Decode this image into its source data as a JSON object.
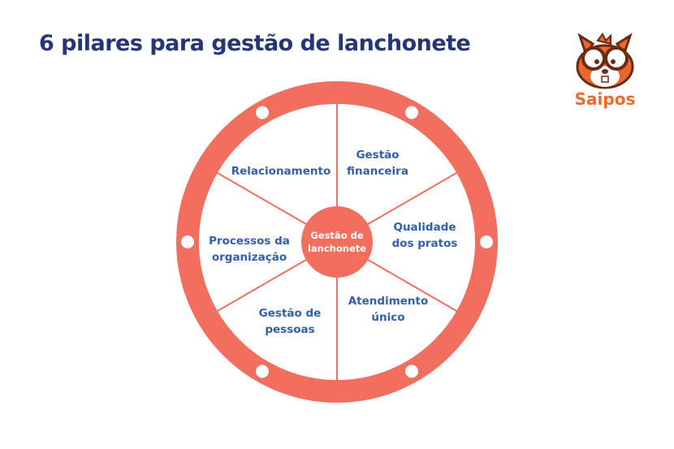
{
  "title": "6 pilares para gestão de lanchonete",
  "logo": {
    "text": "Saipos"
  },
  "wheel": {
    "center": "Gestão de\nlanchonete",
    "center_lines": [
      "Gestão de",
      "lanchonete"
    ],
    "pillars": [
      {
        "lines": [
          "Gestão",
          "financeira"
        ]
      },
      {
        "lines": [
          "Qualidade",
          "dos pratos"
        ]
      },
      {
        "lines": [
          "Atendimento",
          "único"
        ]
      },
      {
        "lines": [
          "Gestão de",
          "pessoas"
        ]
      },
      {
        "lines": [
          "Processos da",
          "organização"
        ]
      },
      {
        "lines": [
          "Relacionamento"
        ]
      }
    ]
  },
  "colors": {
    "accent": "#f26f5f",
    "title": "#24357a",
    "label": "#2f5fb3",
    "logo": "#ec6a2a"
  }
}
